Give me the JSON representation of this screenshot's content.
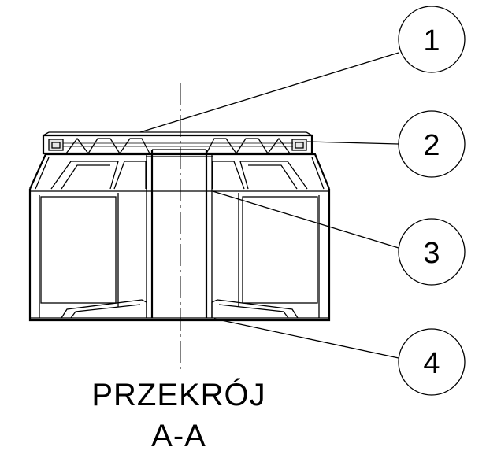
{
  "title": {
    "line1": "PRZEKRÓJ",
    "line2": "A-A"
  },
  "callouts": [
    {
      "id": "callout-1",
      "label": "1"
    },
    {
      "id": "callout-2",
      "label": "2"
    },
    {
      "id": "callout-3",
      "label": "3"
    },
    {
      "id": "callout-4",
      "label": "4"
    }
  ]
}
